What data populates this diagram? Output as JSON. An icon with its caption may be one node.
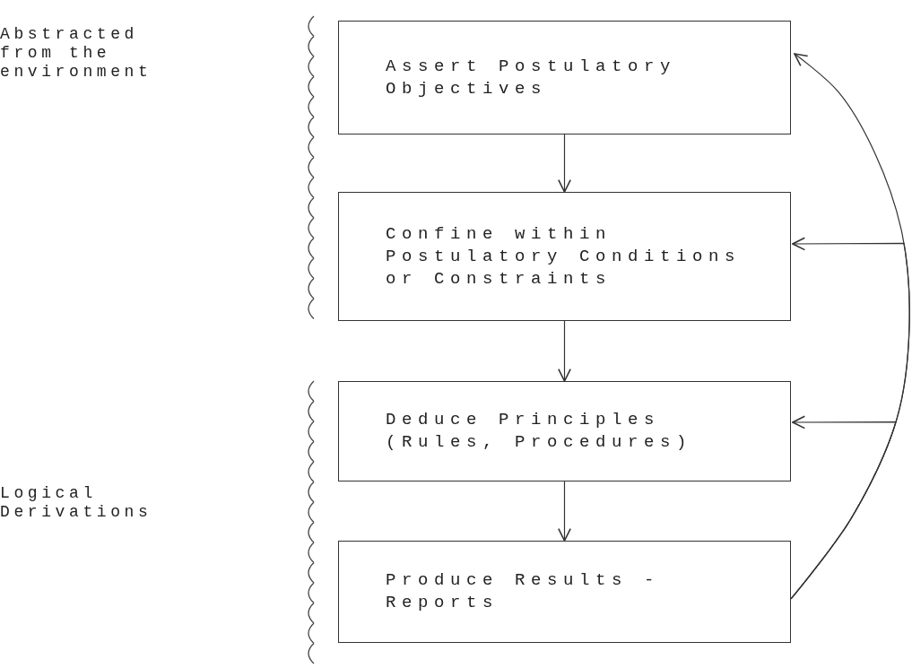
{
  "diagram": {
    "nodes": [
      {
        "text": [
          "Assert Postulatory Objectives"
        ]
      },
      {
        "text": [
          "Confine within Postulatory Conditions or Constraints"
        ]
      },
      {
        "text": [
          "Deduce Principles (Rules, Procedures)"
        ]
      },
      {
        "text": [
          "Produce Results - Reports"
        ]
      }
    ],
    "edges": [
      {
        "from": 0,
        "to": 1,
        "arrow": "to"
      },
      {
        "from": 1,
        "to": 2,
        "arrow": "to"
      },
      {
        "from": 2,
        "to": 3,
        "arrow": "to"
      },
      {
        "from": 3,
        "to": 0,
        "arrow": "to"
      },
      {
        "from": 3,
        "to": 1,
        "arrow": "to"
      },
      {
        "from": 3,
        "to": 2,
        "arrow": "to"
      }
    ],
    "labels": [
      "Abstracted from the environment",
      "Logical Derivations"
    ]
  }
}
